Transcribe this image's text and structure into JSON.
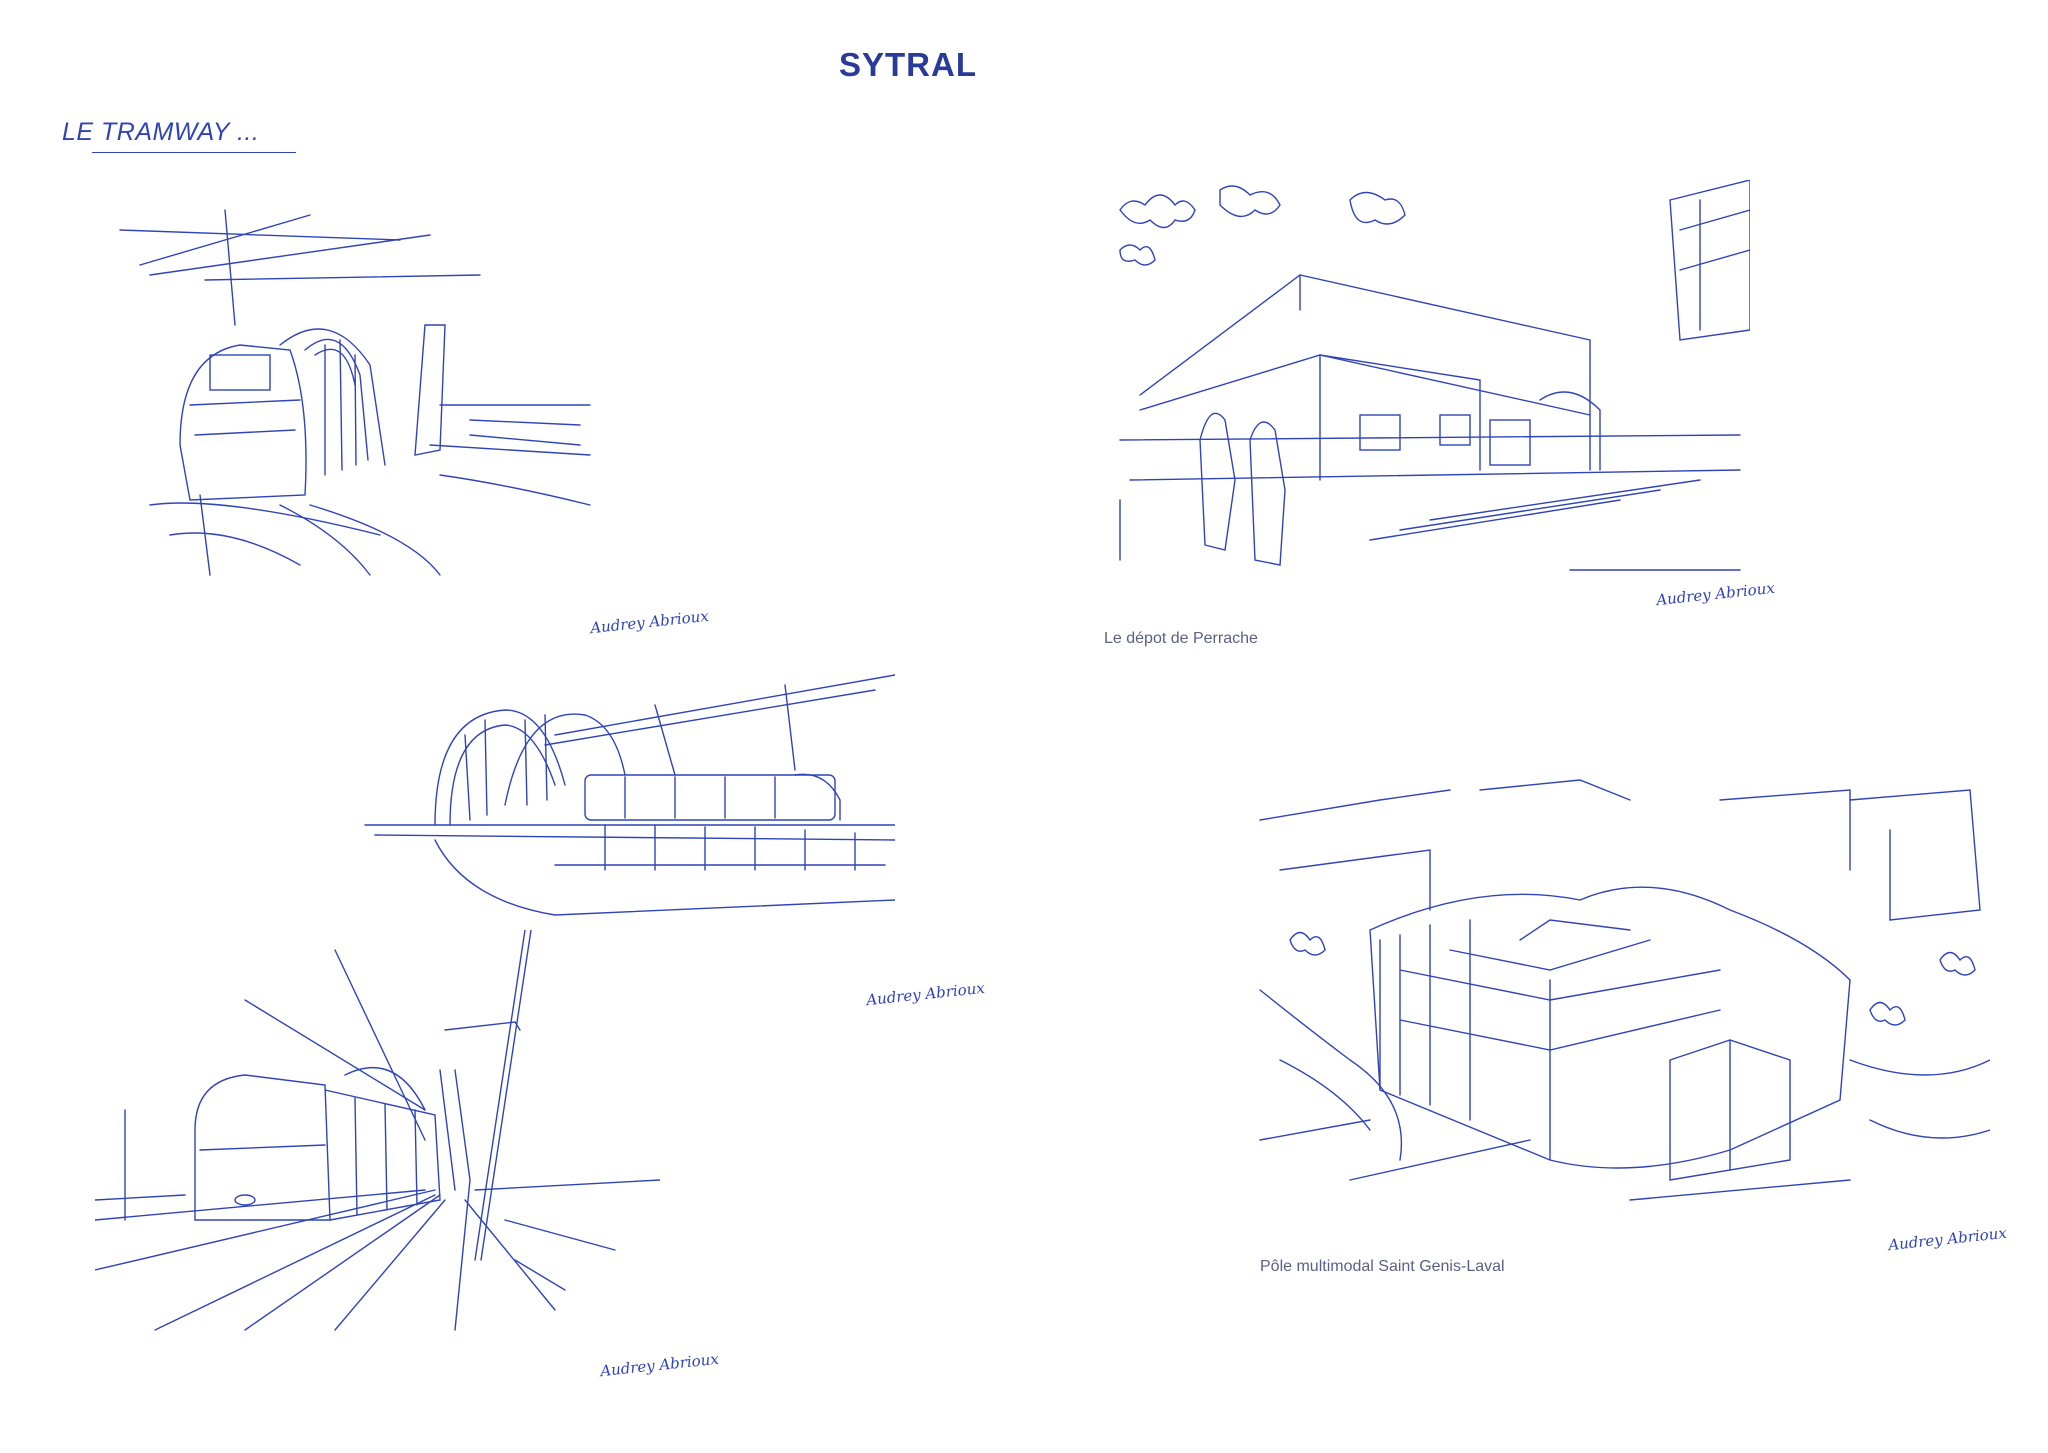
{
  "header": {
    "title": "SYTRAL"
  },
  "section": {
    "heading": "LE TRAMWAY ..."
  },
  "captions": {
    "perrache": "Le dépot de Perrache",
    "saint_genis": "Pôle multimodal Saint Genis-Laval"
  },
  "colors": {
    "ink": "#2f44b8",
    "title": "#2a3a9a",
    "caption": "#5a5f8a",
    "background": "#ffffff"
  }
}
